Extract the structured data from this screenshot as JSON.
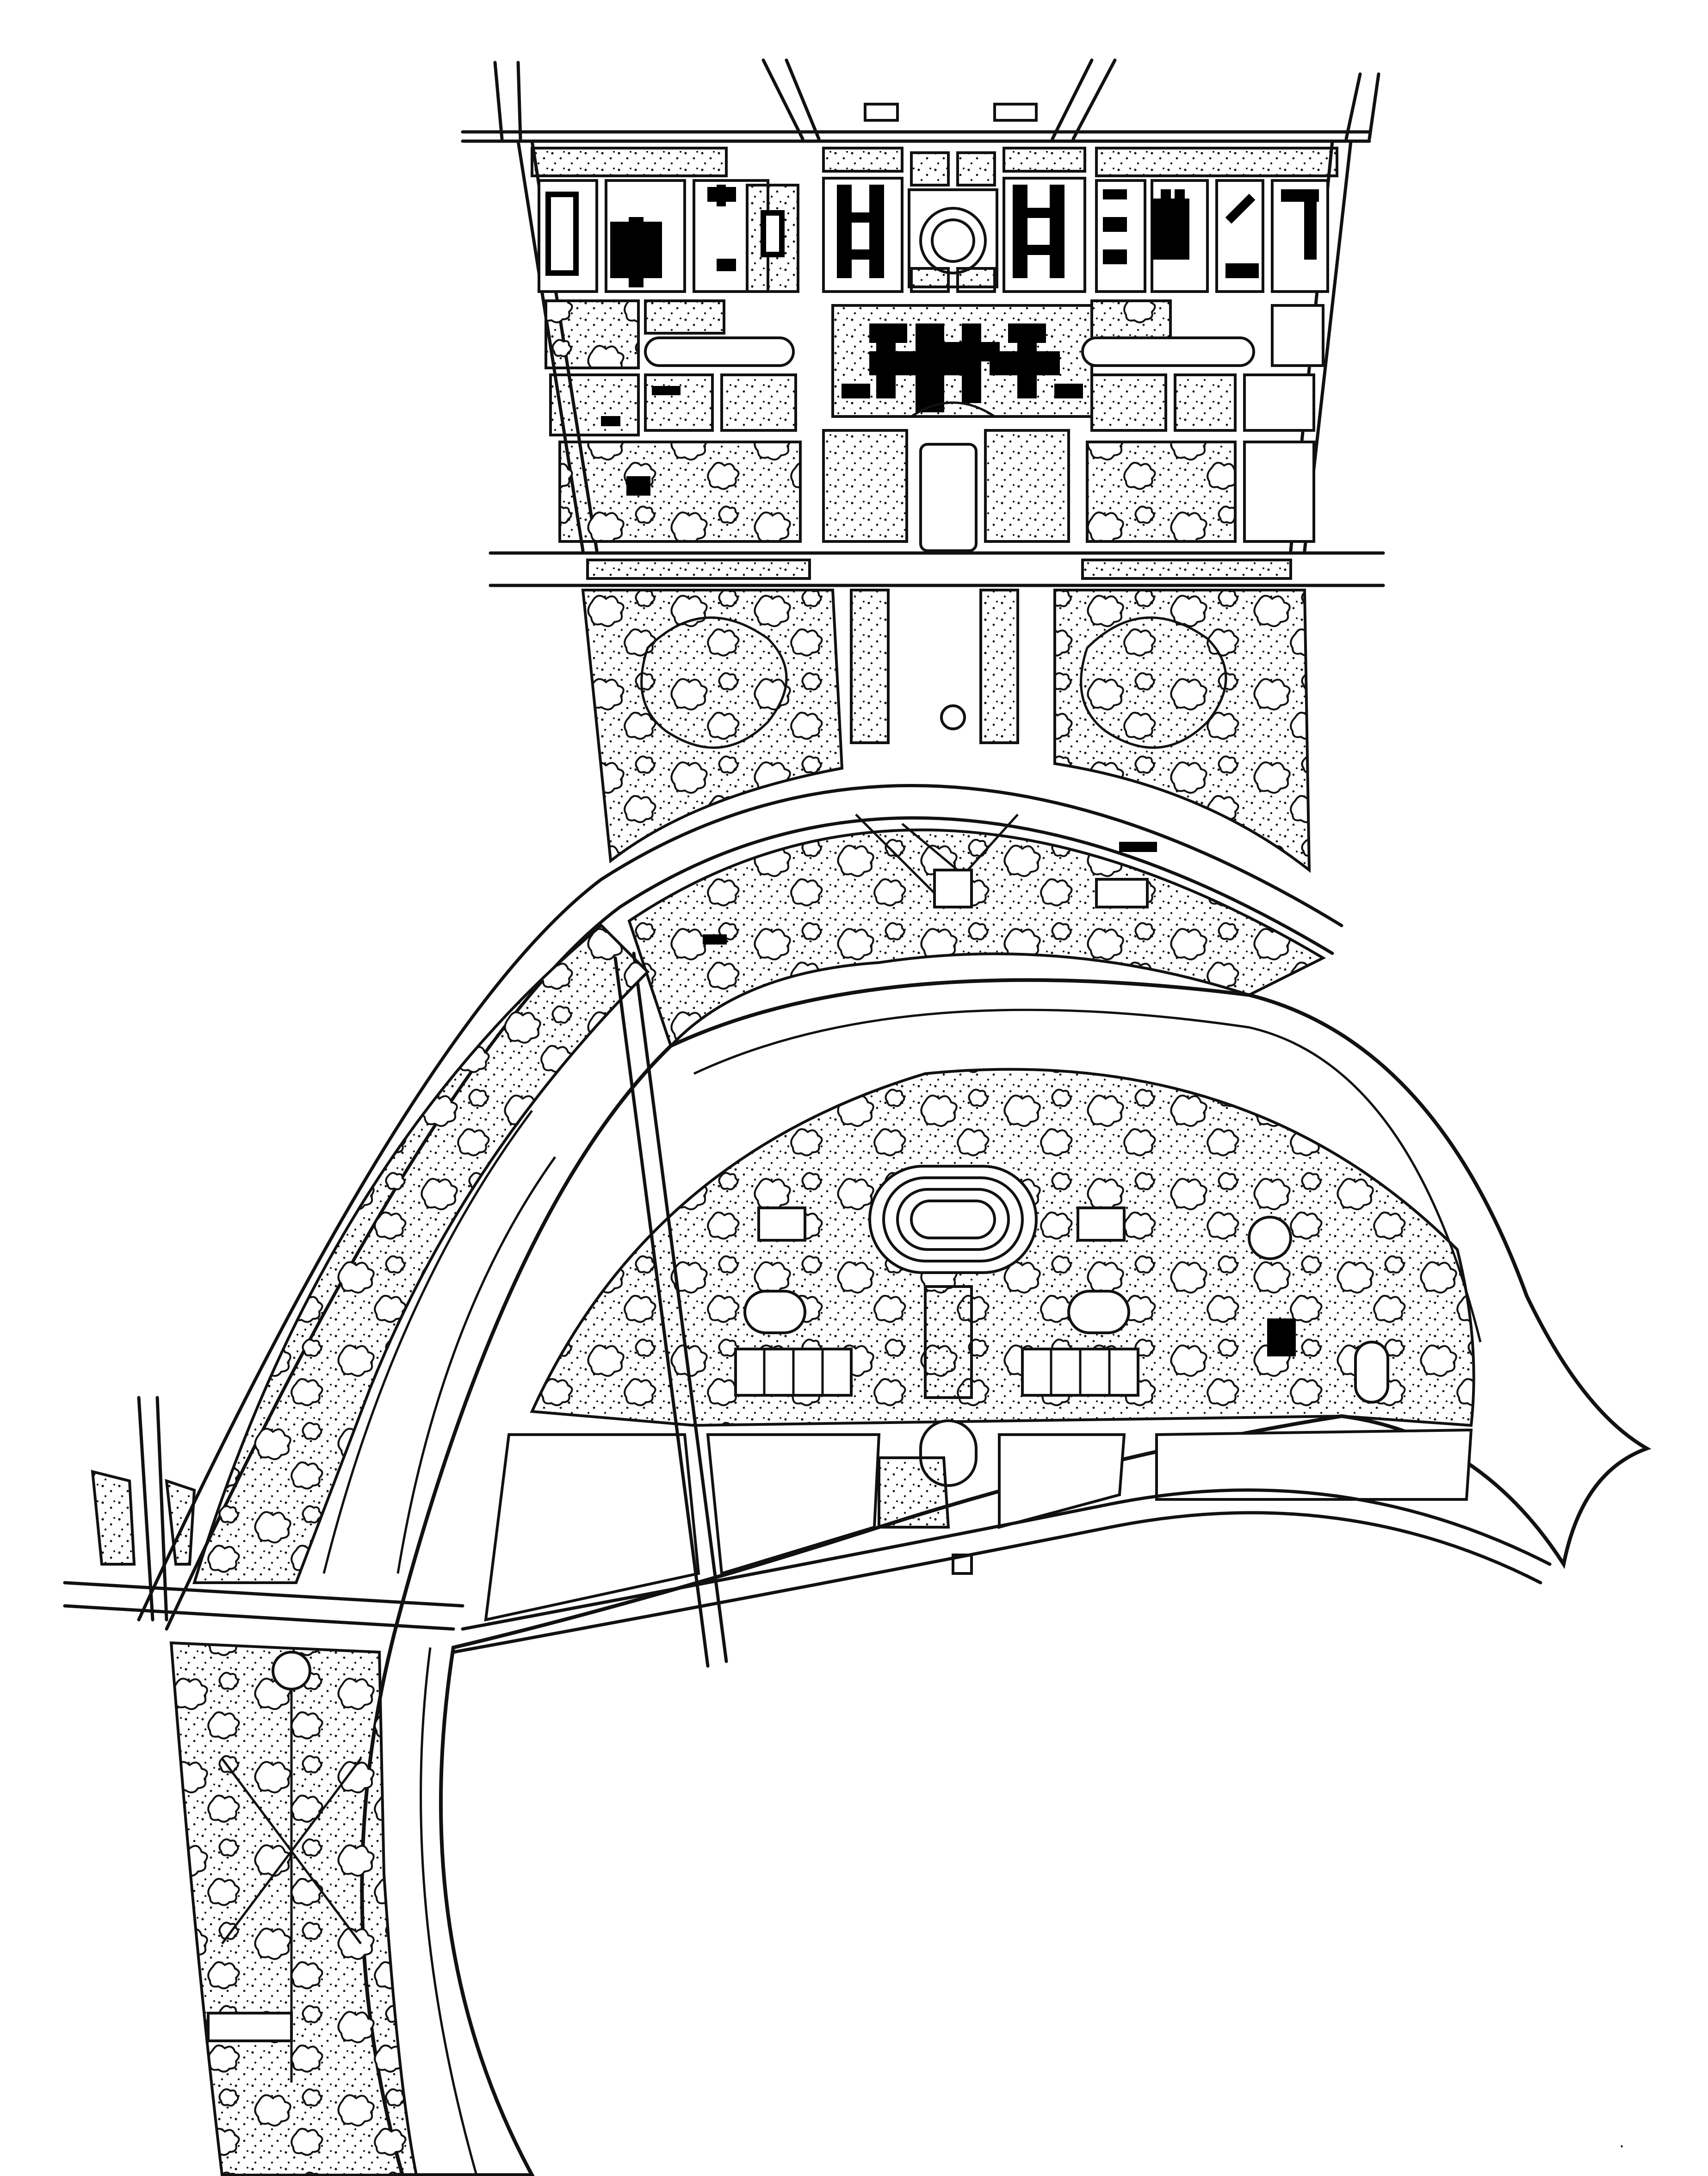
{
  "map": {
    "kind": "site-plan",
    "style": "black-ink line drawing on white",
    "features": {
      "river": "river-channel",
      "main_axis": "central-axis",
      "stadium": "stadium",
      "gov_complex": "central-building-complex",
      "north_grid": "north-city-blocks",
      "parkland": "riverside-parkland",
      "south_park": "south-west-park",
      "fan_district": "sports-district"
    },
    "colors": {
      "ink": "#111111",
      "paper": "#ffffff"
    },
    "corner_mark": "."
  }
}
